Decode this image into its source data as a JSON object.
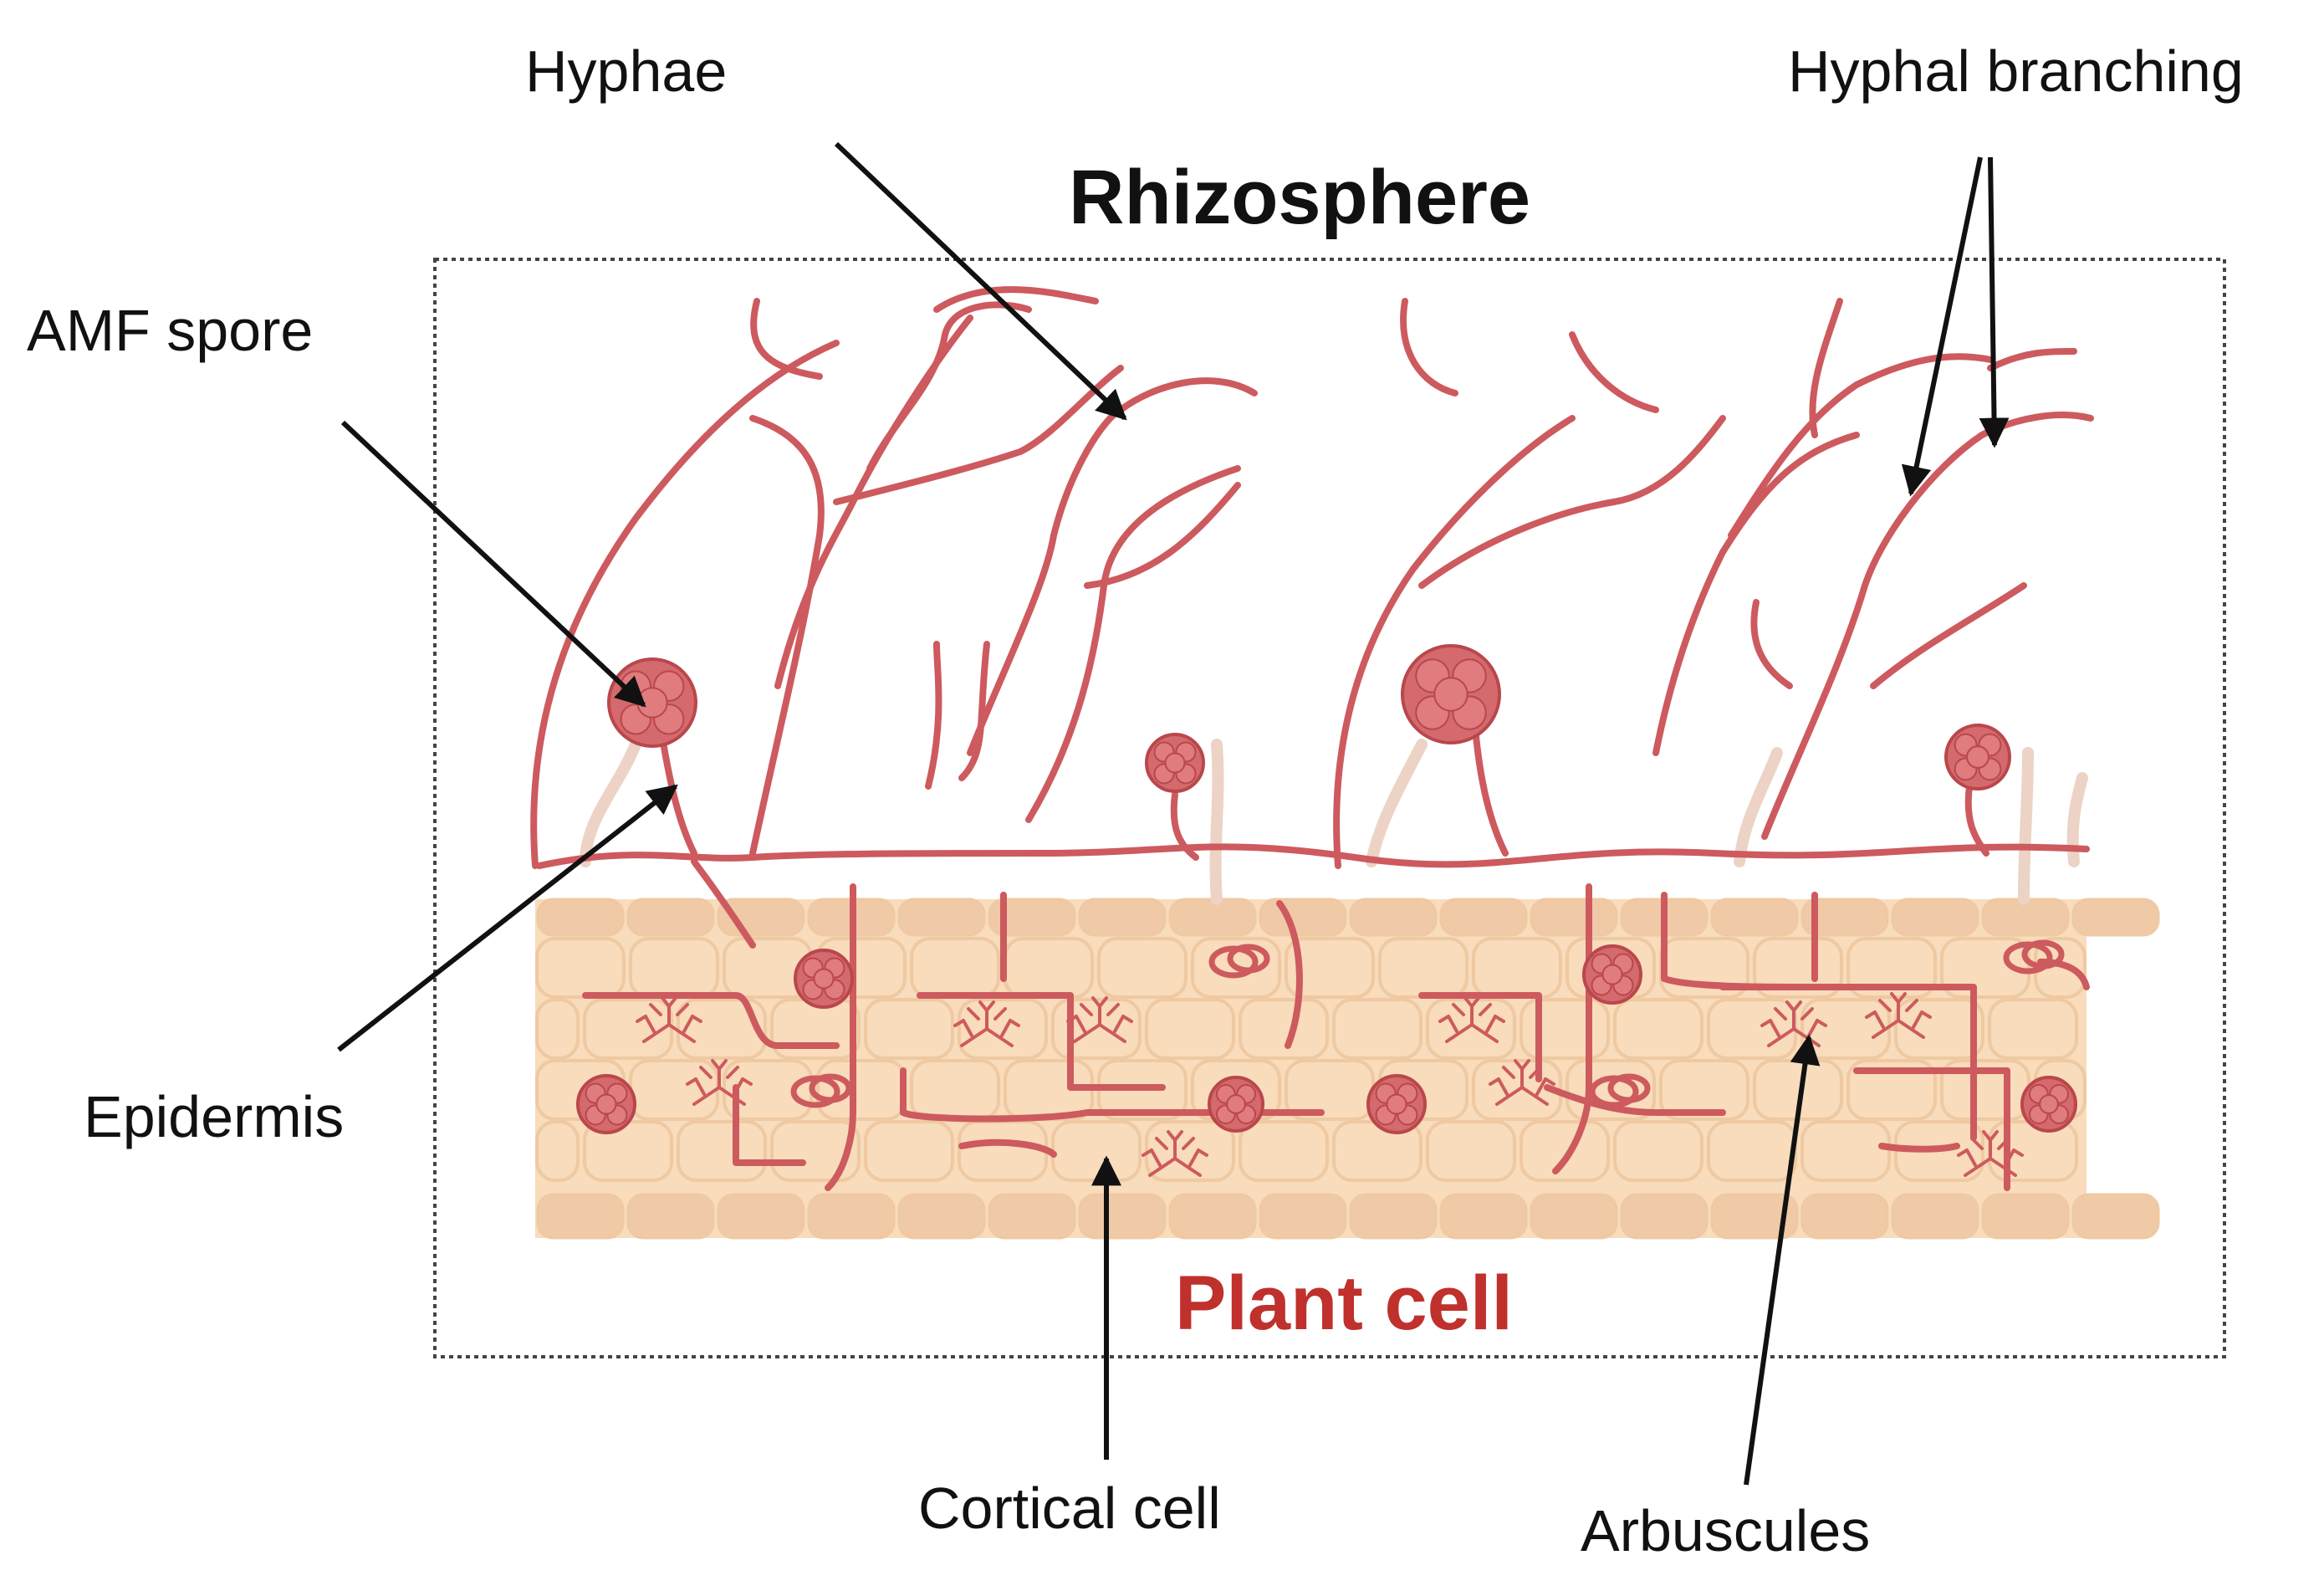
{
  "title_top": "Rhizosphere",
  "title_bottom": "Plant cell",
  "labels": {
    "hyphae": "Hyphae",
    "hyphal_branching": "Hyphal branching",
    "amf_spore": "AMF spore",
    "epidermis": "Epidermis",
    "cortical_cell": "Cortical cell",
    "arbuscules": "Arbuscules"
  },
  "colors": {
    "hypha": "#cd5a5e",
    "spore": "#d46a6d",
    "cell_fill": "#f8dcbb",
    "cell_edge": "#efc9a2",
    "epidermis_fill": "#f0c9a7",
    "root_hair": "#ecd3c6",
    "arrow": "#111111",
    "plant_title": "#c0302c"
  }
}
